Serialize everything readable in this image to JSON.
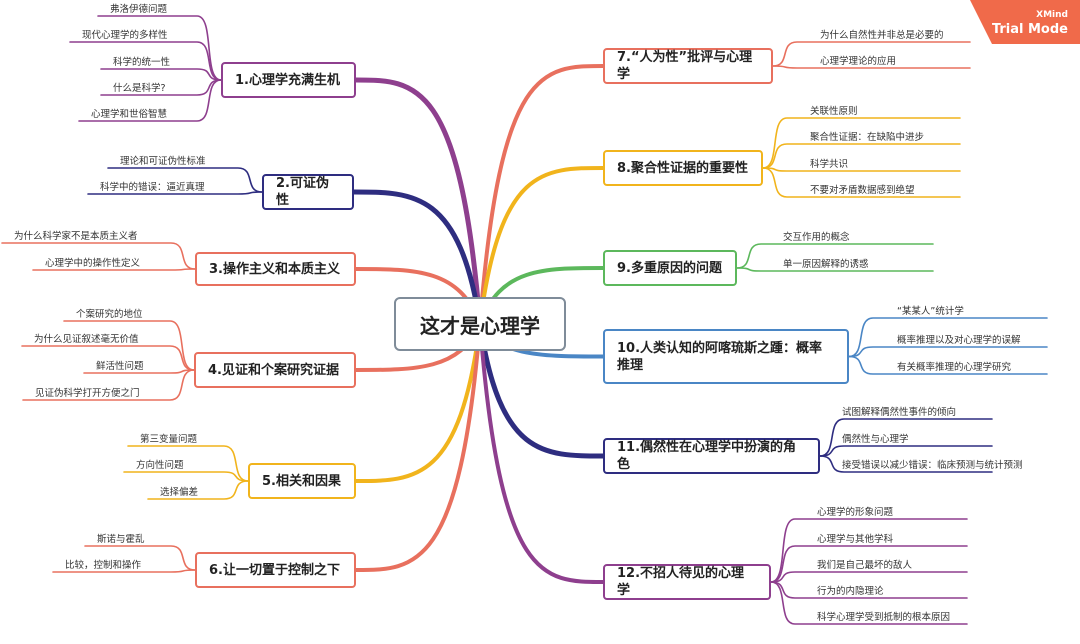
{
  "center": "这才是心理学",
  "badge": {
    "brand": "XMind",
    "mode": "Trial Mode"
  },
  "left": [
    {
      "title": "1.心理学充满生机",
      "color": "#8e3f8e",
      "leaves": [
        "弗洛伊德问题",
        "现代心理学的多样性",
        "科学的统一性",
        "什么是科学?",
        "心理学和世俗智慧"
      ]
    },
    {
      "title": "2.可证伪性",
      "color": "#2e2d80",
      "leaves": [
        "理论和可证伪性标准",
        "科学中的错误：逼近真理"
      ]
    },
    {
      "title": "3.操作主义和本质主义",
      "color": "#e8705e",
      "leaves": [
        "为什么科学家不是本质主义者",
        "心理学中的操作性定义"
      ]
    },
    {
      "title": "4.见证和个案研究证据",
      "color": "#e8705e",
      "leaves": [
        "个案研究的地位",
        "为什么见证叙述毫无价值",
        "鲜活性问题",
        "见证伪科学打开方便之门"
      ]
    },
    {
      "title": "5.相关和因果",
      "color": "#f1b41c",
      "leaves": [
        "第三变量问题",
        "方向性问题",
        "选择偏差"
      ]
    },
    {
      "title": "6.让一切置于控制之下",
      "color": "#e8705e",
      "leaves": [
        "斯诺与霍乱",
        "比较，控制和操作"
      ]
    }
  ],
  "right": [
    {
      "title": "7.“人为性”批评与心理学",
      "color": "#e8705e",
      "leaves": [
        "为什么自然性并非总是必要的",
        "心理学理论的应用"
      ]
    },
    {
      "title": "8.聚合性证据的重要性",
      "color": "#f1b41c",
      "leaves": [
        "关联性原则",
        "聚合性证据：在缺陷中进步",
        "科学共识",
        "不要对矛盾数据感到绝望"
      ]
    },
    {
      "title": "9.多重原因的问题",
      "color": "#5cb85c",
      "leaves": [
        "交互作用的概念",
        "单一原因解释的诱惑"
      ]
    },
    {
      "title": "10.人类认知的阿喀琉斯之踵：概率推理",
      "color": "#4a86c5",
      "leaves": [
        "“某某人”统计学",
        "概率推理以及对心理学的误解",
        "有关概率推理的心理学研究"
      ]
    },
    {
      "title": "11.偶然性在心理学中扮演的角色",
      "color": "#2e2d80",
      "leaves": [
        "试图解释偶然性事件的倾向",
        "偶然性与心理学",
        "接受错误以减少错误：临床预测与统计预测"
      ]
    },
    {
      "title": "12.不招人待见的心理学",
      "color": "#8e3f8e",
      "leaves": [
        "心理学的形象问题",
        "心理学与其他学科",
        "我们是自己最坏的敌人",
        "行为的内隐理论",
        "科学心理学受到抵制的根本原因"
      ]
    }
  ]
}
